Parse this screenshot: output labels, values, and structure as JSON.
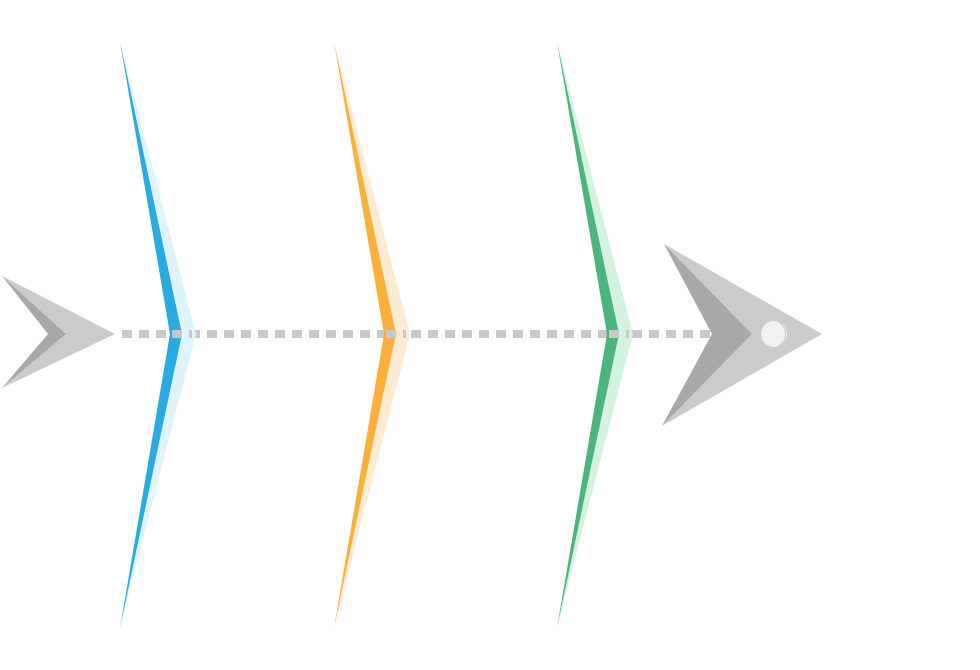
{
  "diagram": {
    "type": "fishbone",
    "spine_color": "#c9c8c8",
    "head": {
      "light": "#cccbcb",
      "dark": "#a9a8a8",
      "eye": "#f1f1f1"
    },
    "tail": {
      "light": "#cccbcb",
      "dark": "#a9a8a8"
    },
    "bones": [
      {
        "id": "bone-1",
        "color": "#29abe2",
        "shade": "#dff3fd"
      },
      {
        "id": "bone-2",
        "color": "#fbb03b",
        "shade": "#fdebd2"
      },
      {
        "id": "bone-3",
        "color": "#4bb57d",
        "shade": "#d3f2df"
      }
    ]
  }
}
